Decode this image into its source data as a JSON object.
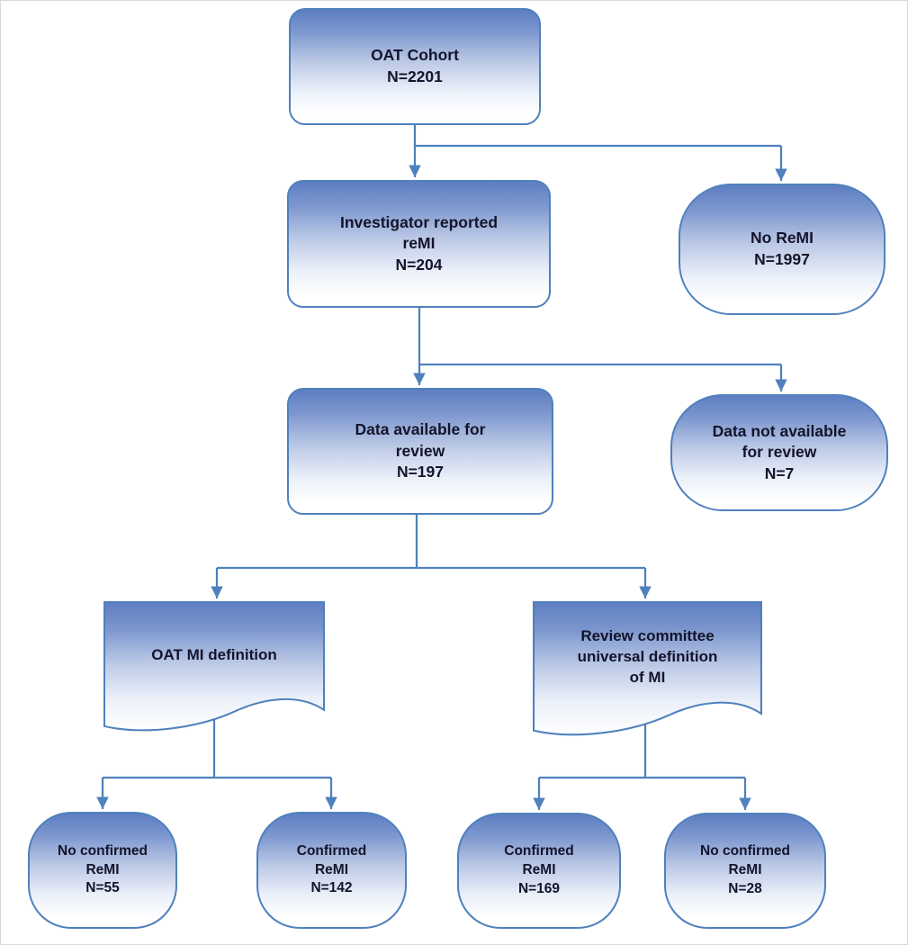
{
  "diagram": {
    "type": "flowchart",
    "colors": {
      "accent": "#4f81bd",
      "node_border": "#4f81bd",
      "node_gradient_top": "#5e7ec2",
      "node_gradient_bottom": "#ffffff",
      "connector": "#4f81bd",
      "text": "#14142a",
      "background": "#ffffff"
    },
    "nodes": {
      "oat_cohort": {
        "text": "OAT Cohort\nN=2201"
      },
      "investigator_remi": {
        "text": "Investigator reported\nreMI\nN=204"
      },
      "no_remi": {
        "text": "No ReMI\nN=1997"
      },
      "data_available": {
        "text": "Data available for\nreview\nN=197"
      },
      "data_not_available": {
        "text": "Data not available\nfor review\nN=7"
      },
      "oat_mi_def": {
        "text": "OAT MI definition"
      },
      "review_committee": {
        "text": "Review committee\nuniversal definition\nof MI"
      },
      "no_confirmed_55": {
        "text": "No confirmed\nReMI\nN=55"
      },
      "confirmed_142": {
        "text": "Confirmed\nReMI\nN=142"
      },
      "confirmed_169": {
        "text": "Confirmed\nReMI\nN=169"
      },
      "no_confirmed_28": {
        "text": "No confirmed\nReMI\nN=28"
      }
    },
    "edges": [
      {
        "from": "oat_cohort",
        "to": "investigator_remi"
      },
      {
        "from": "oat_cohort",
        "to": "no_remi"
      },
      {
        "from": "investigator_remi",
        "to": "data_available"
      },
      {
        "from": "investigator_remi",
        "to": "data_not_available"
      },
      {
        "from": "data_available",
        "to": "oat_mi_def"
      },
      {
        "from": "data_available",
        "to": "review_committee"
      },
      {
        "from": "oat_mi_def",
        "to": "no_confirmed_55"
      },
      {
        "from": "oat_mi_def",
        "to": "confirmed_142"
      },
      {
        "from": "review_committee",
        "to": "confirmed_169"
      },
      {
        "from": "review_committee",
        "to": "no_confirmed_28"
      }
    ]
  }
}
